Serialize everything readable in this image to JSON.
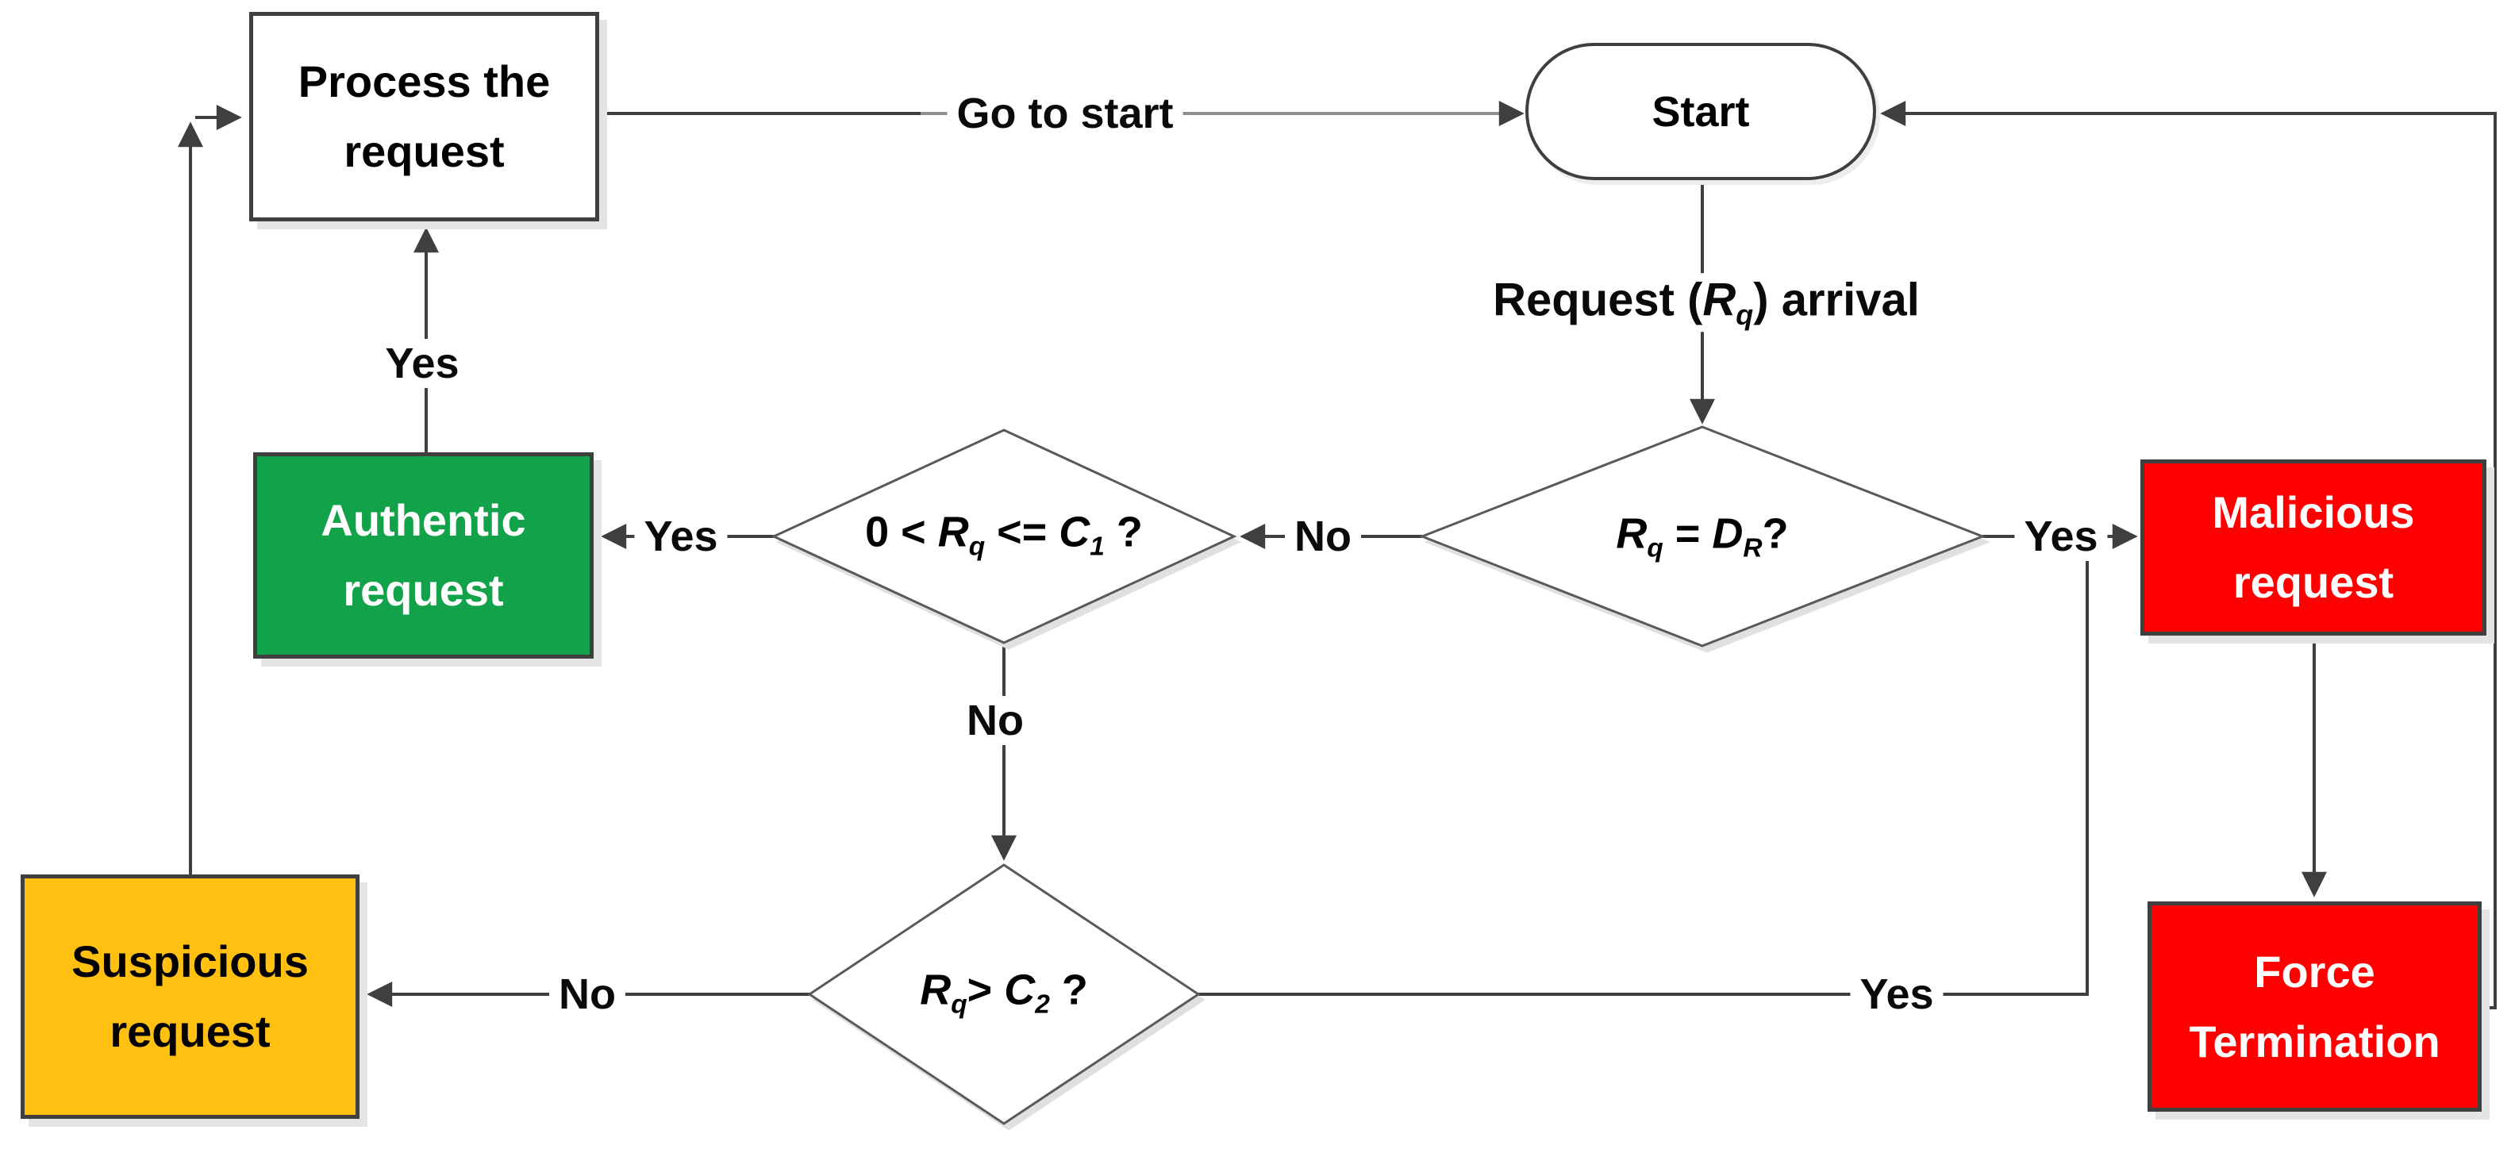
{
  "nodes": {
    "process": {
      "line1": "Process the",
      "line2": "request"
    },
    "start": {
      "label": "Start"
    },
    "authentic": {
      "line1": "Authentic",
      "line2": "request"
    },
    "malicious": {
      "line1": "Malicious",
      "line2": "request"
    },
    "force_termination": {
      "line1": "Force",
      "line2": "Termination"
    },
    "suspicious": {
      "line1": "Suspicious",
      "line2": "request"
    },
    "decision_request_type": {
      "var1": "R",
      "sub1": "q",
      "mid": " = ",
      "var2": "D",
      "sub2": "R",
      "end": "?"
    },
    "decision_threshold_c1": {
      "pre": "0 < ",
      "var1": "R",
      "sub1": "q",
      "mid": " <= ",
      "var2": "C",
      "sub2": "1",
      "end": " ?"
    },
    "decision_threshold_c2": {
      "var1": "R",
      "sub1": "q",
      "mid": "> ",
      "var2": "C",
      "sub2": "2",
      "end": " ?"
    }
  },
  "edge_labels": {
    "go_to_start": "Go to start",
    "request_arrival": {
      "pre": "Request (",
      "var": "R",
      "sub": "q",
      "post": ") arrival"
    },
    "yes": "Yes",
    "no": "No"
  },
  "colors": {
    "authentic_green": "#11A24A",
    "malicious_red": "#FE0000",
    "suspicious_amber": "#FFC011",
    "node_white": "#FFFFFF",
    "connector_gray": "#3F3F3F",
    "diamond_stroke": "#595959"
  }
}
